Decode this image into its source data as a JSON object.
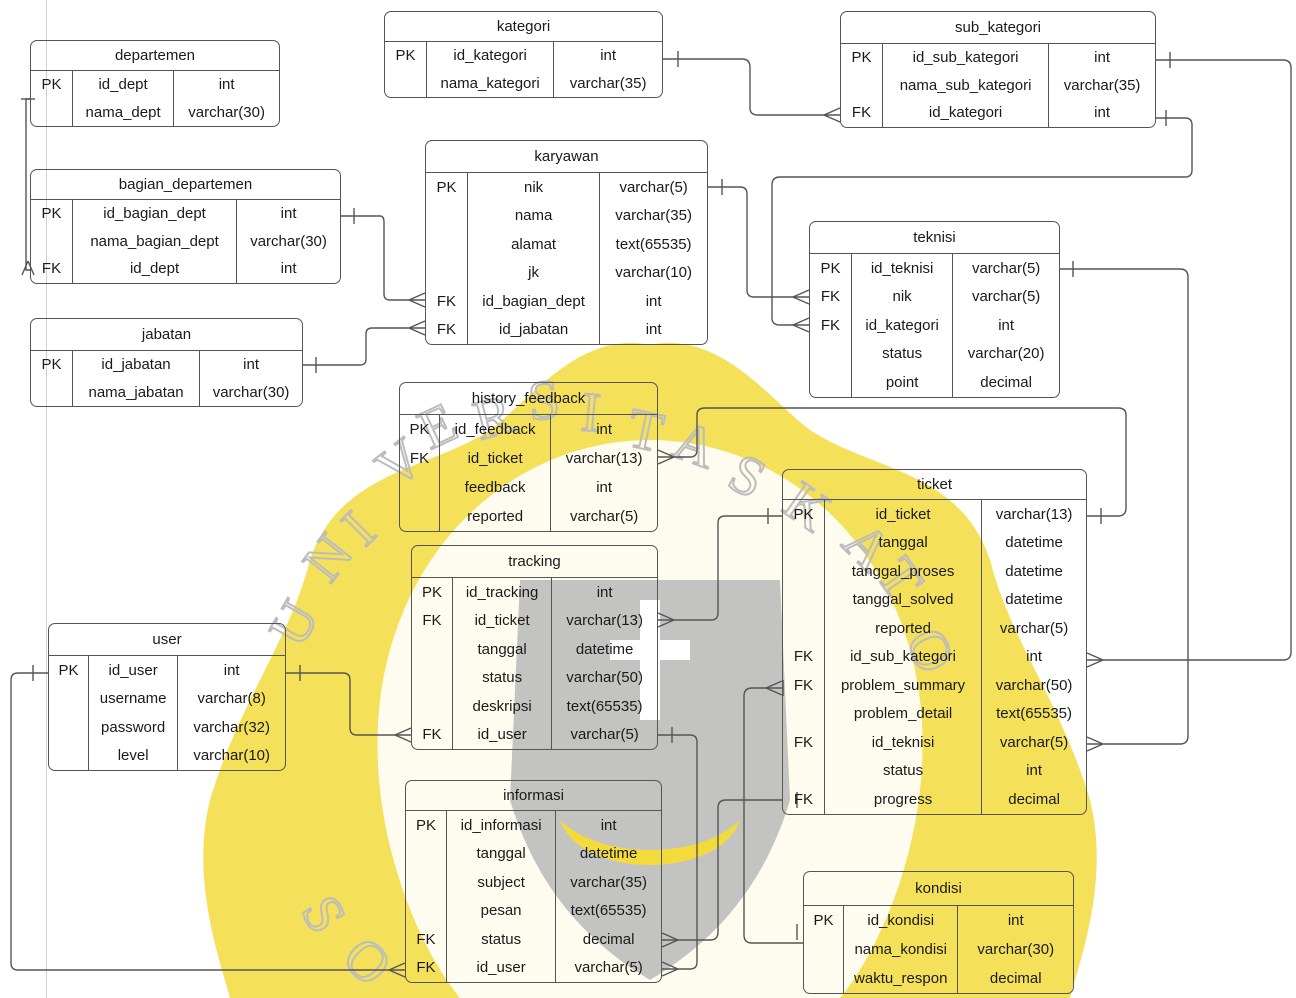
{
  "colors": {
    "line": "#555555",
    "watermark_gold": "#f3db3c",
    "watermark_grey": "#bcbcbc"
  },
  "watermark": {
    "letters": [
      "U",
      "N",
      "I",
      "V",
      "E",
      "R",
      "S",
      "I",
      "T",
      "A",
      "S",
      "K",
      "A",
      "T",
      "O",
      "S",
      "O"
    ]
  },
  "entities": {
    "departemen": {
      "title": "departemen",
      "rows": [
        {
          "key": "PK",
          "name": "id_dept",
          "type": "int"
        },
        {
          "key": "",
          "name": "nama_dept",
          "type": "varchar(30)"
        }
      ]
    },
    "bagian_departemen": {
      "title": "bagian_departemen",
      "rows": [
        {
          "key": "PK",
          "name": "id_bagian_dept",
          "type": "int"
        },
        {
          "key": "",
          "name": "nama_bagian_dept",
          "type": "varchar(30)"
        },
        {
          "key": "FK",
          "name": "id_dept",
          "type": "int"
        }
      ]
    },
    "jabatan": {
      "title": "jabatan",
      "rows": [
        {
          "key": "PK",
          "name": "id_jabatan",
          "type": "int"
        },
        {
          "key": "",
          "name": "nama_jabatan",
          "type": "varchar(30)"
        }
      ]
    },
    "kategori": {
      "title": "kategori",
      "rows": [
        {
          "key": "PK",
          "name": "id_kategori",
          "type": "int"
        },
        {
          "key": "",
          "name": "nama_kategori",
          "type": "varchar(35)"
        }
      ]
    },
    "karyawan": {
      "title": "karyawan",
      "rows": [
        {
          "key": "PK",
          "name": "nik",
          "type": "varchar(5)"
        },
        {
          "key": "",
          "name": "nama",
          "type": "varchar(35)"
        },
        {
          "key": "",
          "name": "alamat",
          "type": "text(65535)"
        },
        {
          "key": "",
          "name": "jk",
          "type": "varchar(10)"
        },
        {
          "key": "FK",
          "name": "id_bagian_dept",
          "type": "int"
        },
        {
          "key": "FK",
          "name": "id_jabatan",
          "type": "int"
        }
      ]
    },
    "sub_kategori": {
      "title": "sub_kategori",
      "rows": [
        {
          "key": "PK",
          "name": "id_sub_kategori",
          "type": "int"
        },
        {
          "key": "",
          "name": "nama_sub_kategori",
          "type": "varchar(35)"
        },
        {
          "key": "FK",
          "name": "id_kategori",
          "type": "int"
        }
      ]
    },
    "teknisi": {
      "title": "teknisi",
      "rows": [
        {
          "key": "PK",
          "name": "id_teknisi",
          "type": "varchar(5)"
        },
        {
          "key": "FK",
          "name": "nik",
          "type": "varchar(5)"
        },
        {
          "key": "FK",
          "name": "id_kategori",
          "type": "int"
        },
        {
          "key": "",
          "name": "status",
          "type": "varchar(20)"
        },
        {
          "key": "",
          "name": "point",
          "type": "decimal"
        }
      ]
    },
    "history_feedback": {
      "title": "history_feedback",
      "rows": [
        {
          "key": "PK",
          "name": "id_feedback",
          "type": "int"
        },
        {
          "key": "FK",
          "name": "id_ticket",
          "type": "varchar(13)"
        },
        {
          "key": "",
          "name": "feedback",
          "type": "int"
        },
        {
          "key": "",
          "name": "reported",
          "type": "varchar(5)"
        }
      ]
    },
    "tracking": {
      "title": "tracking",
      "rows": [
        {
          "key": "PK",
          "name": "id_tracking",
          "type": "int"
        },
        {
          "key": "FK",
          "name": "id_ticket",
          "type": "varchar(13)"
        },
        {
          "key": "",
          "name": "tanggal",
          "type": "datetime"
        },
        {
          "key": "",
          "name": "status",
          "type": "varchar(50)"
        },
        {
          "key": "",
          "name": "deskripsi",
          "type": "text(65535)"
        },
        {
          "key": "FK",
          "name": "id_user",
          "type": "varchar(5)"
        }
      ]
    },
    "user": {
      "title": "user",
      "rows": [
        {
          "key": "PK",
          "name": "id_user",
          "type": "int"
        },
        {
          "key": "",
          "name": "username",
          "type": "varchar(8)"
        },
        {
          "key": "",
          "name": "password",
          "type": "varchar(32)"
        },
        {
          "key": "",
          "name": "level",
          "type": "varchar(10)"
        }
      ]
    },
    "ticket": {
      "title": "ticket",
      "rows": [
        {
          "key": "PK",
          "name": "id_ticket",
          "type": "varchar(13)"
        },
        {
          "key": "",
          "name": "tanggal",
          "type": "datetime"
        },
        {
          "key": "",
          "name": "tanggal_proses",
          "type": "datetime"
        },
        {
          "key": "",
          "name": "tanggal_solved",
          "type": "datetime"
        },
        {
          "key": "",
          "name": "reported",
          "type": "varchar(5)"
        },
        {
          "key": "FK",
          "name": "id_sub_kategori",
          "type": "int"
        },
        {
          "key": "FK",
          "name": "problem_summary",
          "type": "varchar(50)"
        },
        {
          "key": "",
          "name": "problem_detail",
          "type": "text(65535)"
        },
        {
          "key": "FK",
          "name": "id_teknisi",
          "type": "varchar(5)"
        },
        {
          "key": "",
          "name": "status",
          "type": "int"
        },
        {
          "key": "FK",
          "name": "progress",
          "type": "decimal"
        }
      ]
    },
    "informasi": {
      "title": "informasi",
      "rows": [
        {
          "key": "PK",
          "name": "id_informasi",
          "type": "int"
        },
        {
          "key": "",
          "name": "tanggal",
          "type": "datetime"
        },
        {
          "key": "",
          "name": "subject",
          "type": "varchar(35)"
        },
        {
          "key": "",
          "name": "pesan",
          "type": "text(65535)"
        },
        {
          "key": "FK",
          "name": "status",
          "type": "decimal"
        },
        {
          "key": "FK",
          "name": "id_user",
          "type": "varchar(5)"
        }
      ]
    },
    "kondisi": {
      "title": "kondisi",
      "rows": [
        {
          "key": "PK",
          "name": "id_kondisi",
          "type": "int"
        },
        {
          "key": "",
          "name": "nama_kondisi",
          "type": "varchar(30)"
        },
        {
          "key": "",
          "name": "waktu_respon",
          "type": "decimal"
        }
      ]
    }
  }
}
